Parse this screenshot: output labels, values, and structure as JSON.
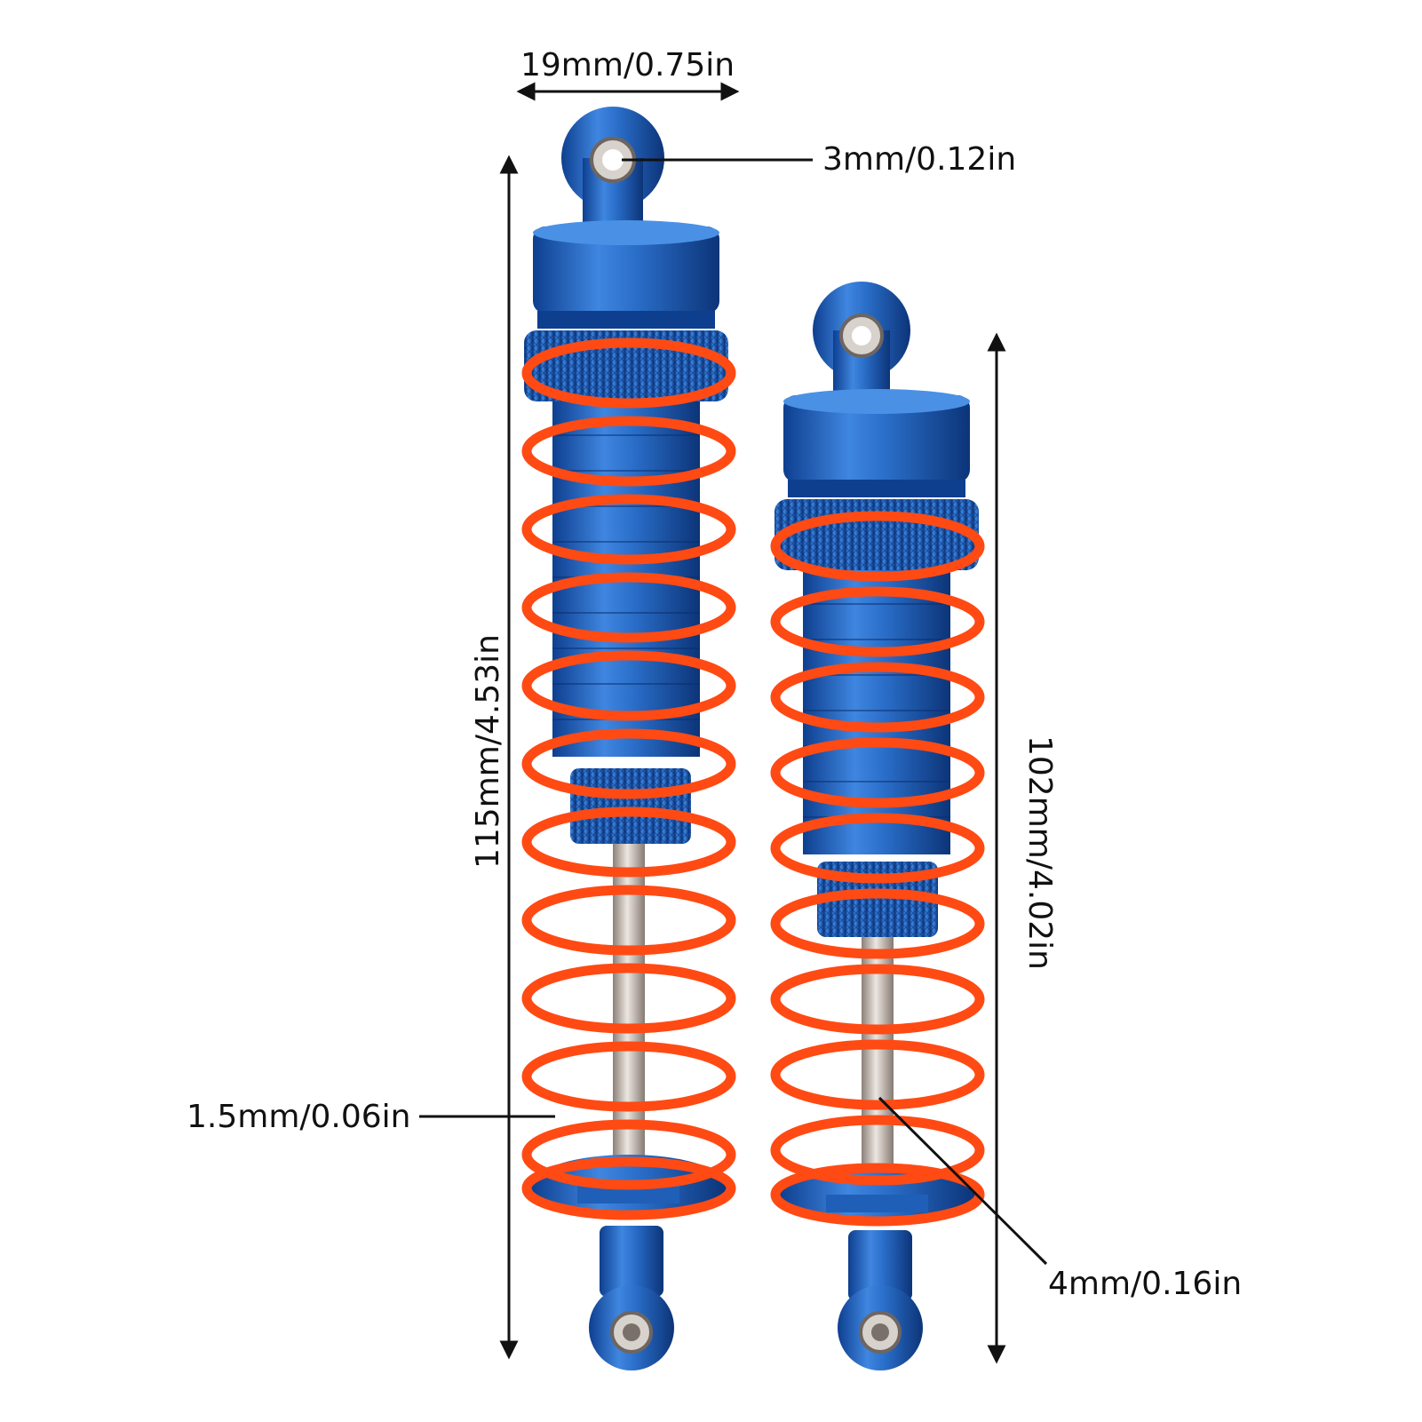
{
  "colors": {
    "body_blue": "#1f5fb8",
    "spring_orange": "#ff4a14",
    "rod_silver": "#c9bfb8",
    "dimension_black": "#111111"
  },
  "dimensions": {
    "top_width": "19mm/0.75in",
    "eye_hole": "3mm/0.12in",
    "long_length": "115mm/4.53in",
    "short_length": "102mm/4.02in",
    "spring_wire": "1.5mm/0.06in",
    "rod_diameter": "4mm/0.16in"
  }
}
